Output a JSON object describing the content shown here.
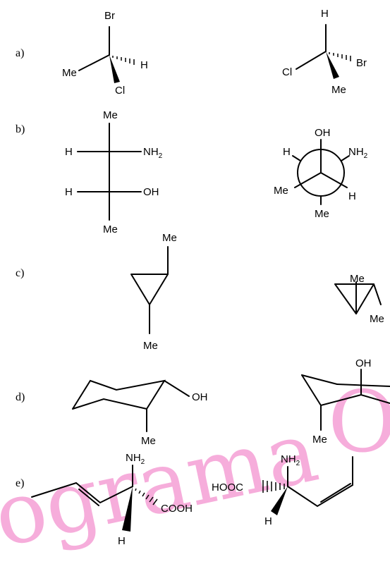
{
  "parts": [
    {
      "label": "a)"
    },
    {
      "label": "b)"
    },
    {
      "label": "c)"
    },
    {
      "label": "d)"
    },
    {
      "label": "e)"
    }
  ],
  "a": {
    "left": {
      "top": "Br",
      "left": "Me",
      "right": "H",
      "bottom": "Cl"
    },
    "right": {
      "top": "H",
      "left": "Cl",
      "right": "Br",
      "bottom": "Me"
    }
  },
  "b": {
    "fischer": {
      "top": "Me",
      "r1_left": "H",
      "r1_right": "NH",
      "r1_sub": "2",
      "r2_left": "H",
      "r2_right": "OH",
      "bottom": "Me"
    },
    "newman": {
      "top": "OH",
      "upper_left": "H",
      "upper_right": "NH",
      "upper_right_sub": "2",
      "lower_left": "Me",
      "lower_right": "H",
      "bottom": "Me"
    }
  },
  "c": {
    "left": {
      "top_sub": "Me",
      "bottom_sub": "Me"
    },
    "right": {
      "sub1": "Me",
      "sub2": "Me"
    }
  },
  "d": {
    "left": {
      "oh": "OH",
      "me": "Me"
    },
    "right": {
      "oh": "OH",
      "me": "Me"
    }
  },
  "e": {
    "left": {
      "amine": "NH",
      "amine_sub": "2",
      "acid": "COOH",
      "h": "H"
    },
    "right": {
      "amine": "NH",
      "amine_sub": "2",
      "acid": "HOOC",
      "h": "H"
    }
  },
  "watermark": {
    "text1": "ograma",
    "text2": "O"
  }
}
